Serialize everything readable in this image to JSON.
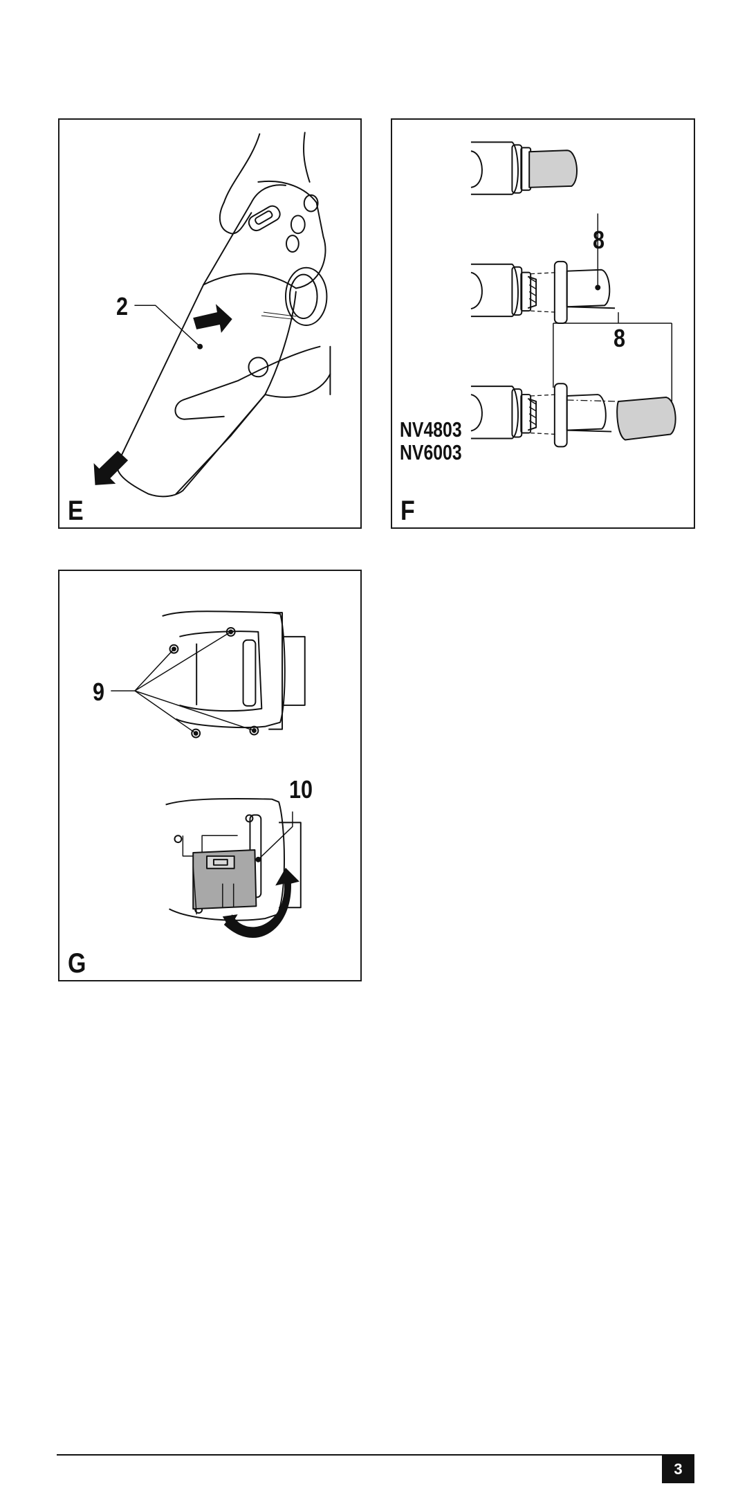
{
  "panels": {
    "e": {
      "letter": "E",
      "callouts": [
        "2"
      ]
    },
    "f": {
      "letter": "F",
      "callouts": [
        "8",
        "8"
      ],
      "models": [
        "NV4803",
        "NV6003"
      ]
    },
    "g": {
      "letter": "G",
      "callouts": [
        "9",
        "10"
      ]
    }
  },
  "footer": {
    "page_number": "3"
  }
}
